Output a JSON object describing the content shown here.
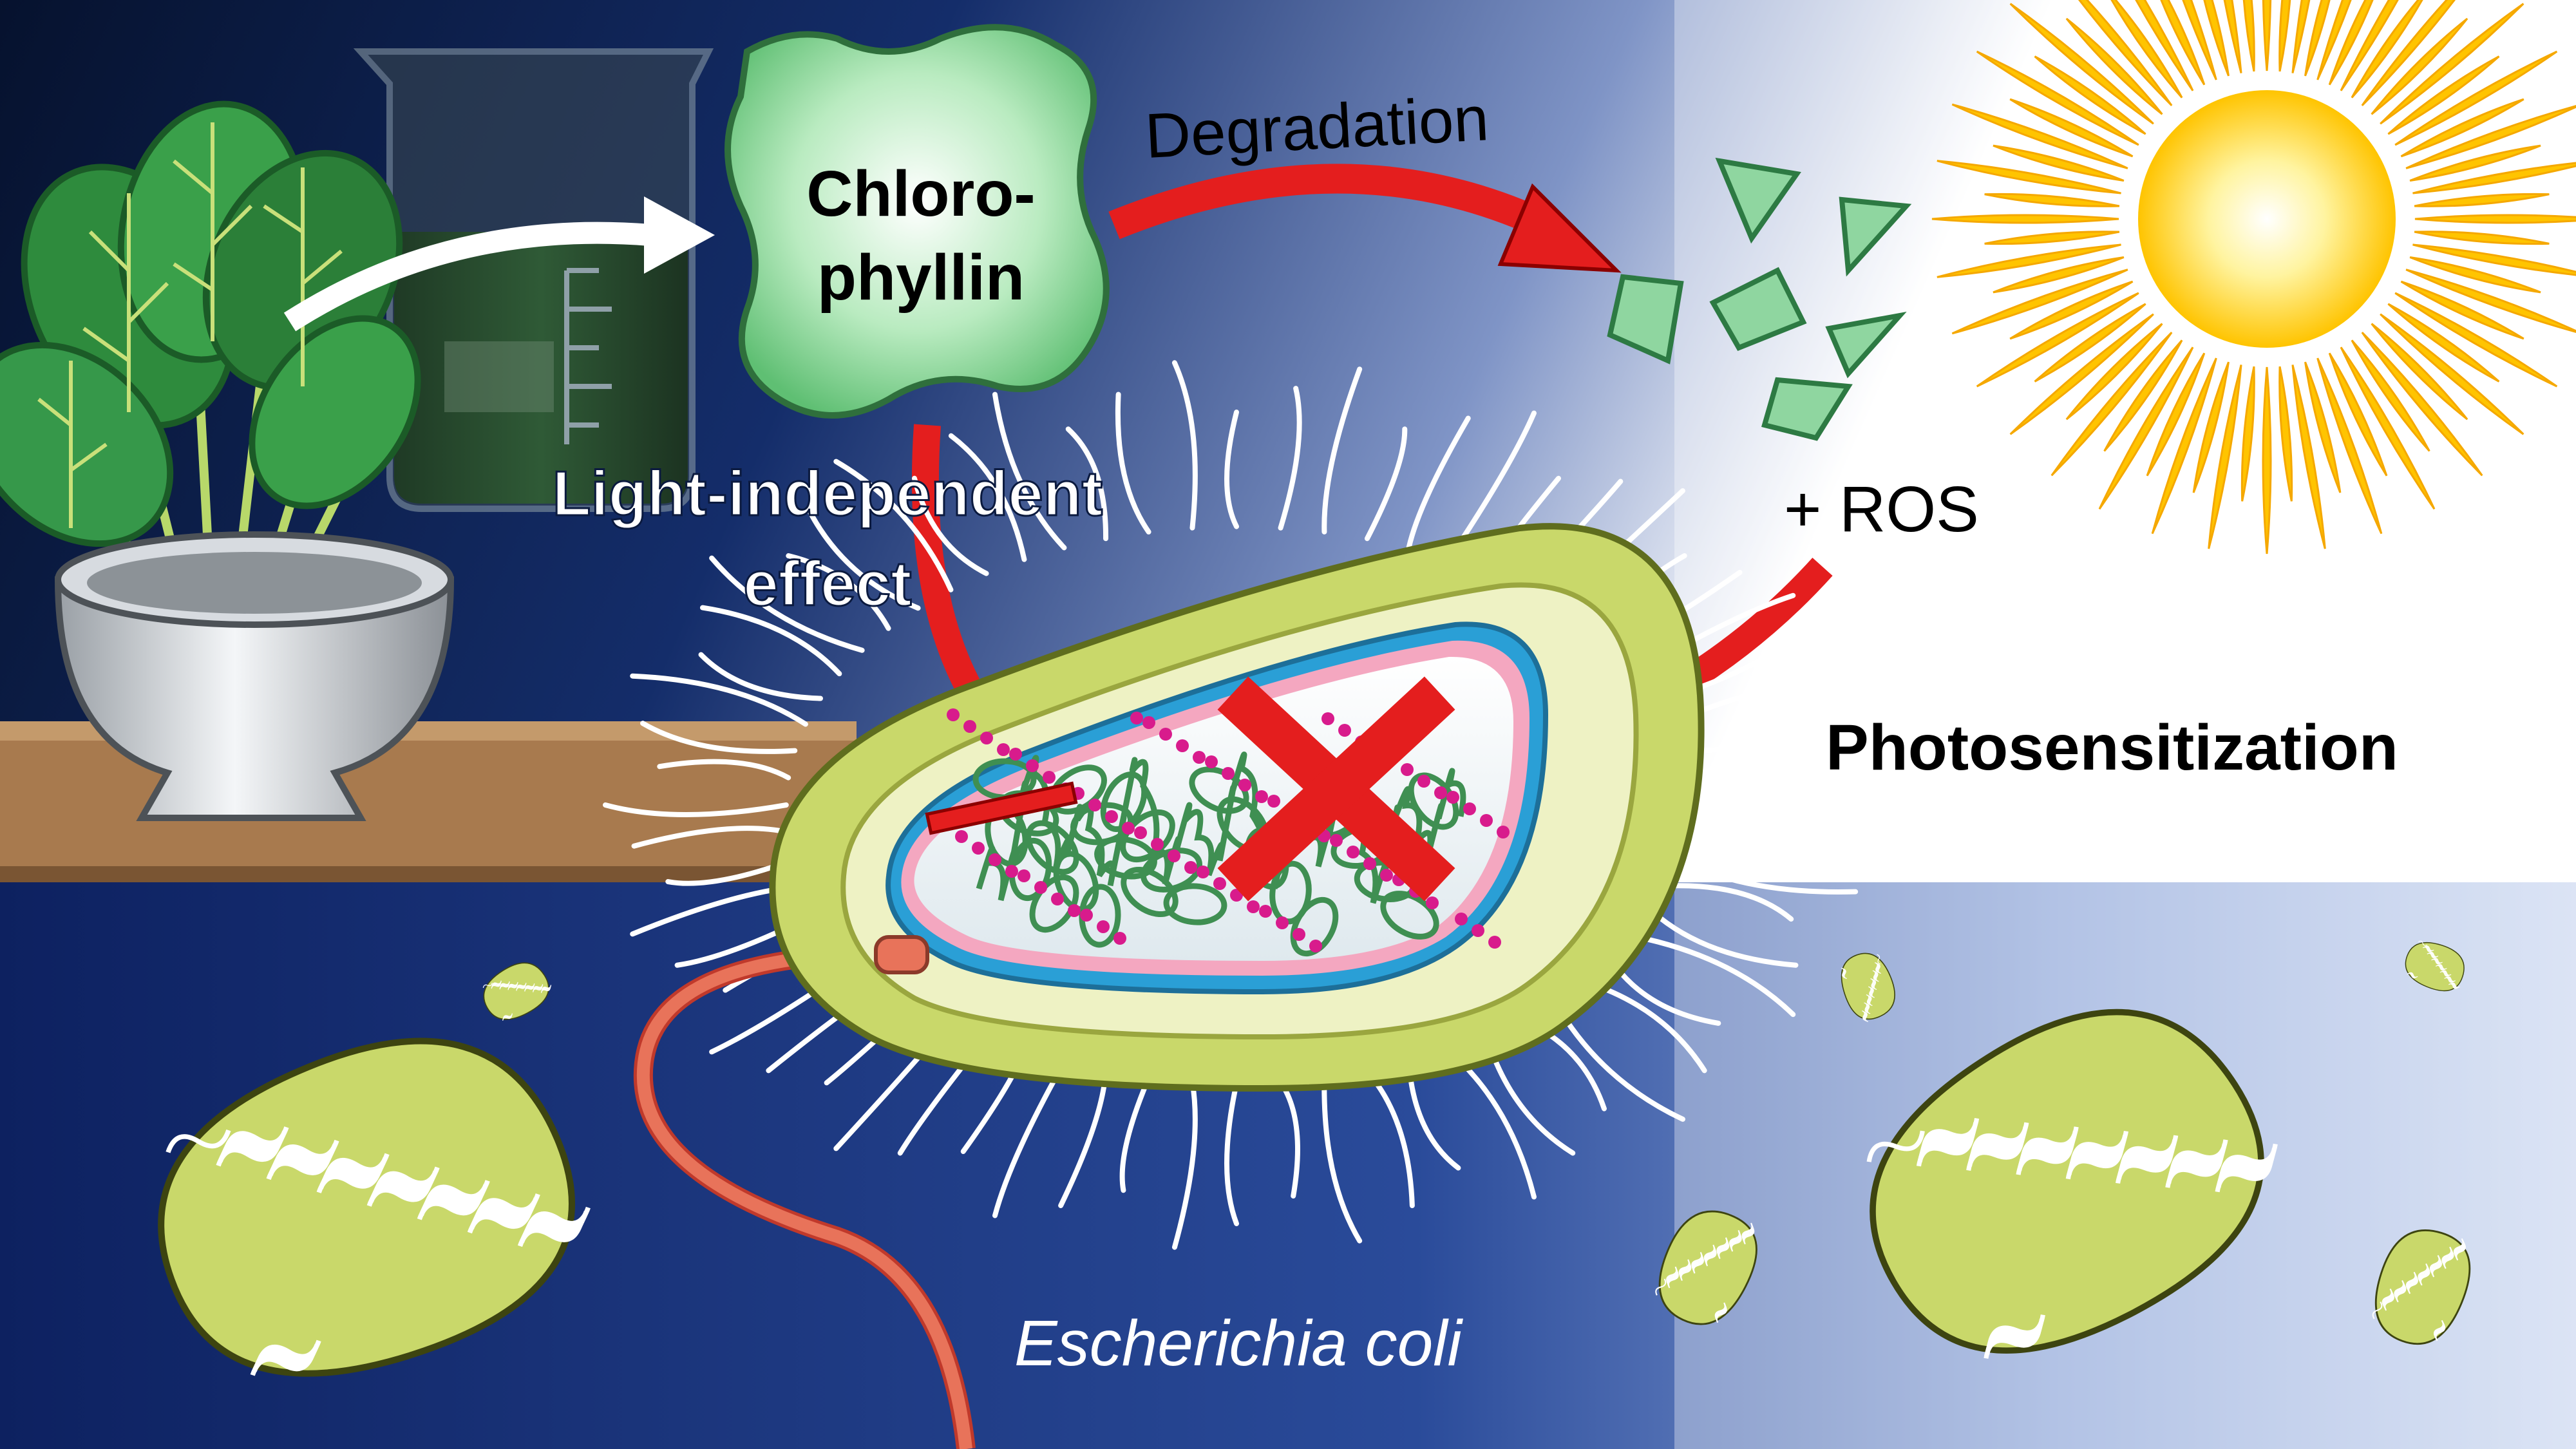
{
  "labels": {
    "chlorophyllin_line1": "Chloro-",
    "chlorophyllin_line2": "phyllin",
    "degradation": "Degradation",
    "light_independent_line1": "Light-independent",
    "light_independent_line2": "effect",
    "ros": "+ ROS",
    "photosensitization": "Photosensitization",
    "organism": "Escherichia coli"
  },
  "colors": {
    "sky_dark": "#0b1a3f",
    "sky_light": "#ffffff",
    "leaf_green": "#2e8b3d",
    "chlorophyllin_green": "#7fd08f",
    "bacterium_yellow_green": "#c9d86a",
    "arrow_red": "#e41e1e",
    "flagellum": "#e8735a",
    "dna_green": "#3f8f52",
    "ribosome_pink": "#d81b8c",
    "sun_yellow": "#ffd21a",
    "shelf_brown": "#a87a4e"
  },
  "icons": {
    "plant": "spinach-leaves-icon",
    "mortar": "mortar-bowl-icon",
    "beaker": "beaker-icon",
    "sun": "sun-icon",
    "cross": "red-x-icon"
  }
}
